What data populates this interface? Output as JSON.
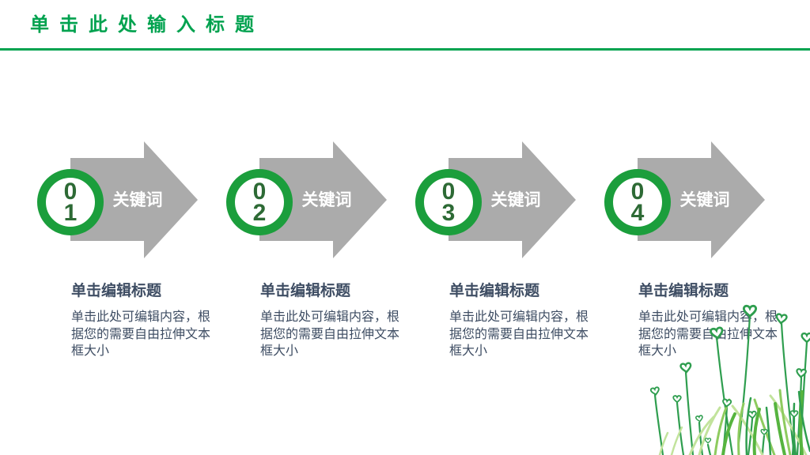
{
  "slide": {
    "title": "单击此处输入标题",
    "accent_color": "#00a24f",
    "arrow_color": "#ababab",
    "ring_color": "#1b9e3c",
    "number_color": "#2d6a35",
    "text_color": "#3e4d63",
    "keyword_text_color": "#ffffff"
  },
  "steps": [
    {
      "number": "0\n1",
      "keyword": "关键词",
      "heading": "单击编辑标题",
      "body": "单击此处可编辑内容，根据您的需要自由拉伸文本框大小"
    },
    {
      "number": "0\n2",
      "keyword": "关键词",
      "heading": "单击编辑标题",
      "body": "单击此处可编辑内容，根据您的需要自由拉伸文本框大小"
    },
    {
      "number": "0\n3",
      "keyword": "关键词",
      "heading": "单击编辑标题",
      "body": "单击此处可编辑内容，根据您的需要自由拉伸文本框大小"
    },
    {
      "number": "0\n4",
      "keyword": "关键词",
      "heading": "单击编辑标题",
      "body": "单击此处可编辑内容，根据您的需要自由拉伸文本框大小"
    }
  ],
  "decoration": {
    "name": "heart-flowers-and-grass",
    "stem_color": "#2f9e4f",
    "grass_colors": [
      "#c2e39c",
      "#8ecb5f",
      "#56b43f",
      "#2f9e4f"
    ]
  }
}
